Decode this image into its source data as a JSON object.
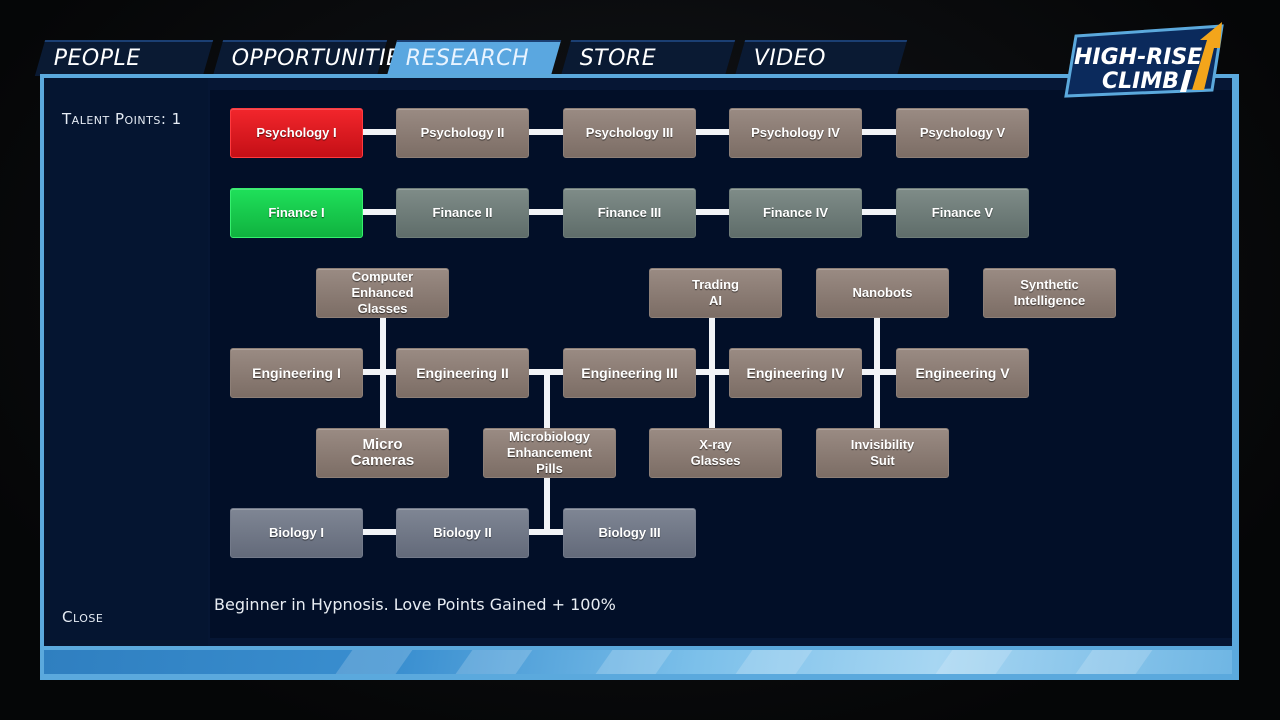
{
  "tabs": [
    {
      "label": "PEOPLE",
      "active": false
    },
    {
      "label": "OPPORTUNITIES",
      "active": false
    },
    {
      "label": "RESEARCH",
      "active": true
    },
    {
      "label": "STORE",
      "active": false
    },
    {
      "label": "VIDEO",
      "active": false
    }
  ],
  "logo": {
    "line1": "HIGH-RISE",
    "line2": "CLIMB"
  },
  "sidebar": {
    "talent_points": "Talent Points: 1",
    "close_label": "Close"
  },
  "tree": {
    "psychology": [
      "Psychology I",
      "Psychology II",
      "Psychology III",
      "Psychology IV",
      "Psychology V"
    ],
    "finance": [
      "Finance I",
      "Finance II",
      "Finance III",
      "Finance IV",
      "Finance V"
    ],
    "engineering": [
      "Engineering I",
      "Engineering II",
      "Engineering III",
      "Engineering IV",
      "Engineering V"
    ],
    "biology": [
      "Biology I",
      "Biology II",
      "Biology III"
    ],
    "gadgets": {
      "computer_glasses": "Computer\nEnhanced\nGlasses",
      "micro_cameras": "Micro\nCameras",
      "microbiology_pills": "Microbiology\nEnhancement\nPills",
      "trading_ai": "Trading\nAI",
      "xray_glasses": "X-ray\nGlasses",
      "nanobots": "Nanobots",
      "invisibility_suit": "Invisibility\nSuit",
      "synthetic_intelligence": "Synthetic\nIntelligence"
    }
  },
  "description": "Beginner in Hypnosis. Love Points Gained + 100%",
  "colors": {
    "selected": "#e8161d",
    "unlocked": "#18c94b",
    "accent": "#5ba9dd"
  }
}
